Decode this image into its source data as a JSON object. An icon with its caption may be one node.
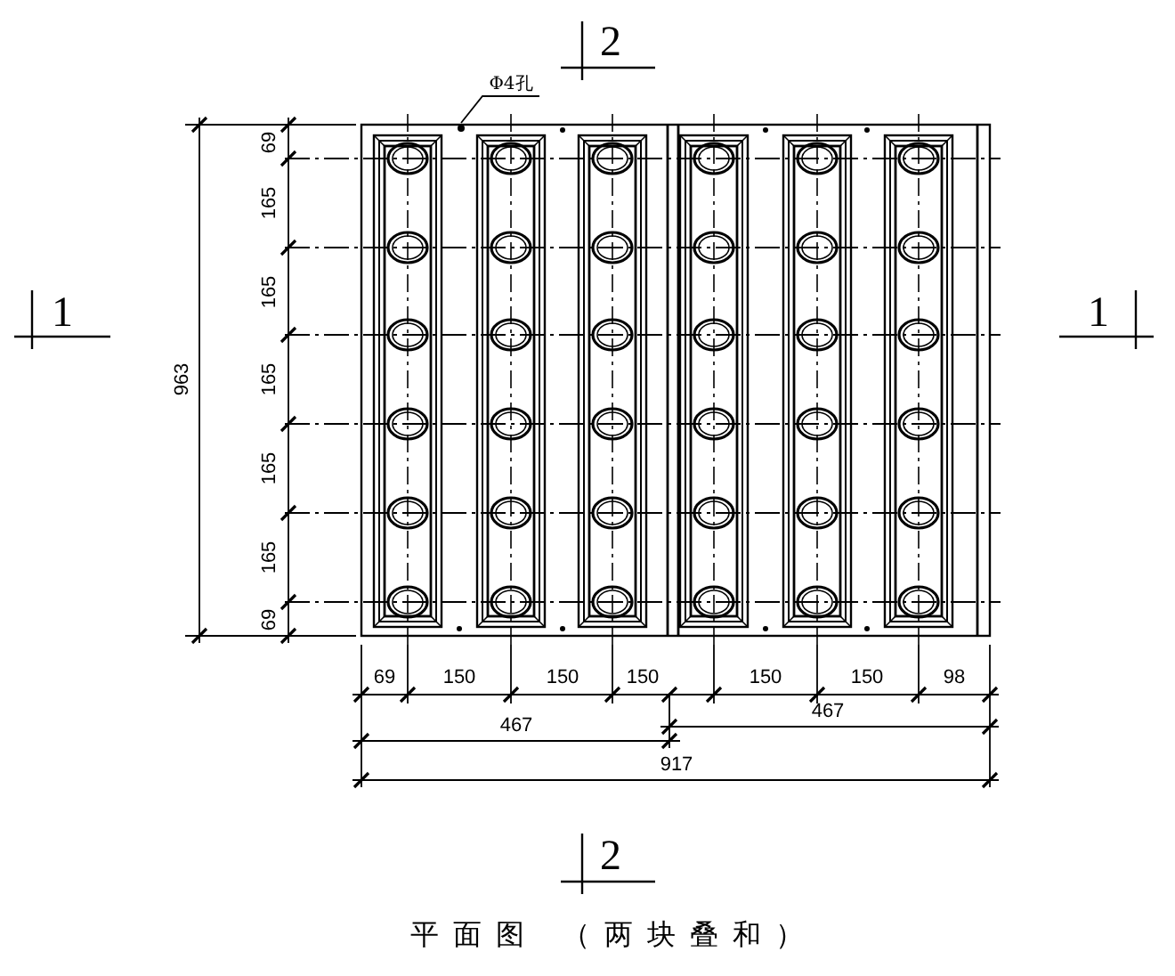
{
  "diagram": {
    "caption": "平面图 （两块叠和）",
    "nodes": [
      {
        "text": [
          "Φ4孔"
        ]
      },
      {
        "text": [],
        "shape": "circle"
      }
    ],
    "edges": [
      {
        "from": 0,
        "to": 1,
        "arrow": "none"
      }
    ],
    "labels": [
      "2",
      "1",
      "1",
      "963",
      "69",
      "165",
      "165",
      "165",
      "165",
      "165",
      "69",
      "69",
      "150",
      "150",
      "150",
      "150",
      "150",
      "98",
      "467",
      "467",
      "917",
      "2"
    ]
  }
}
